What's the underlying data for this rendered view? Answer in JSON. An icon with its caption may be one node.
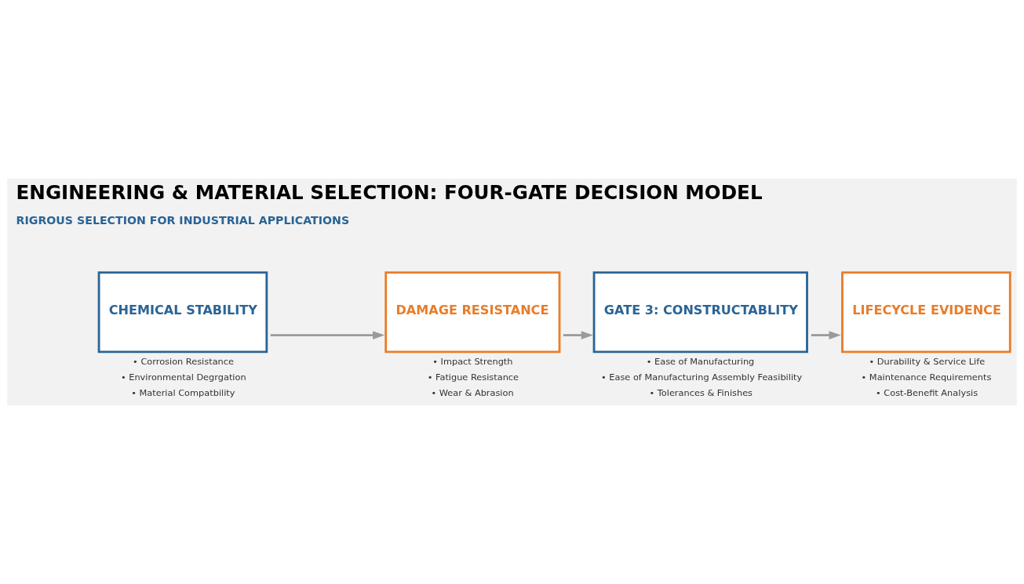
{
  "diagram": {
    "title": "ENGINEERING & MATERIAL SELECTION: FOUR-GATE DECISION MODEL",
    "caption": "RIGROUS SELECTION FOR INDUSTRIAL APPLICATIONS",
    "nodes": [
      {
        "text": [
          "CHEMICAL STABILITY"
        ],
        "beside": [
          "• Corrosion Resistance",
          "• Environmental Degrgation",
          "• Material Compatbility"
        ]
      },
      {
        "text": [
          "DAMAGE RESISTANCE"
        ],
        "beside": [
          "• Impact Strength",
          "• Fatigue Resistance",
          "• Wear & Abrasion"
        ]
      },
      {
        "text": [
          "GATE 3: CONSTRUCTABLITY"
        ],
        "beside": [
          "• Ease of Manufacturing",
          "• Ease of Manufacturing Assembly Feasibility",
          "• Tolerances & Finishes"
        ]
      },
      {
        "text": [
          "LIFECYCLE EVIDENCE"
        ],
        "beside": [
          "• Durability & Service Life",
          "• Maintenance Requirements",
          "• Cost-Benefit Analysis"
        ]
      }
    ],
    "edges": [
      {
        "from": 0,
        "to": 1,
        "arrow": "to"
      },
      {
        "from": 1,
        "to": 2,
        "arrow": "to"
      },
      {
        "from": 2,
        "to": 3,
        "arrow": "to"
      }
    ]
  }
}
